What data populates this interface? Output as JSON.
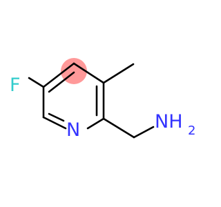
{
  "molecule": {
    "atoms": {
      "fluorine": "F",
      "ring_nitrogen": "N",
      "amine_nitrogen": "NH",
      "amine_subscript": "2"
    },
    "colors": {
      "bond": "#000000",
      "fluorine": "#33cccc",
      "nitrogen": "#3333ff",
      "highlight": "#ff9999"
    }
  }
}
